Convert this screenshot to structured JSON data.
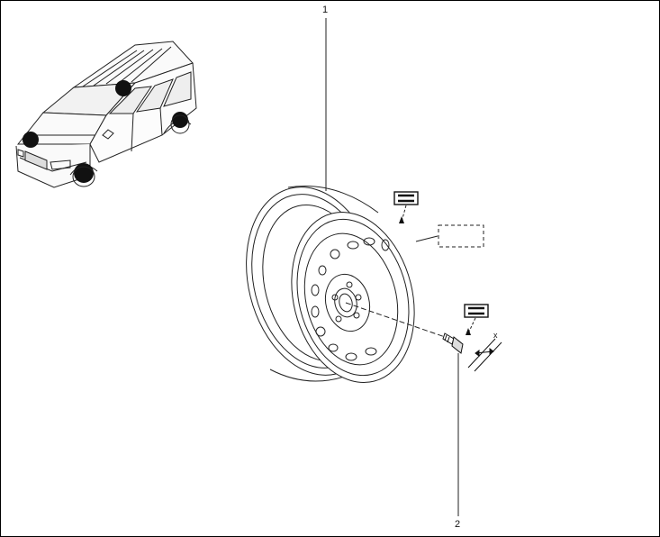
{
  "callouts": {
    "wheel": "1",
    "bolt": "2",
    "dimension": "x"
  },
  "icons": {
    "vehicle": "vehicle-location-icon",
    "wheel": "steel-wheel-rim-icon",
    "bolt": "wheel-bolt-icon",
    "torque": "torque-symbol-icon"
  },
  "colors": {
    "line": "#1a1a1a",
    "marker": "#111111",
    "background": "#ffffff"
  }
}
